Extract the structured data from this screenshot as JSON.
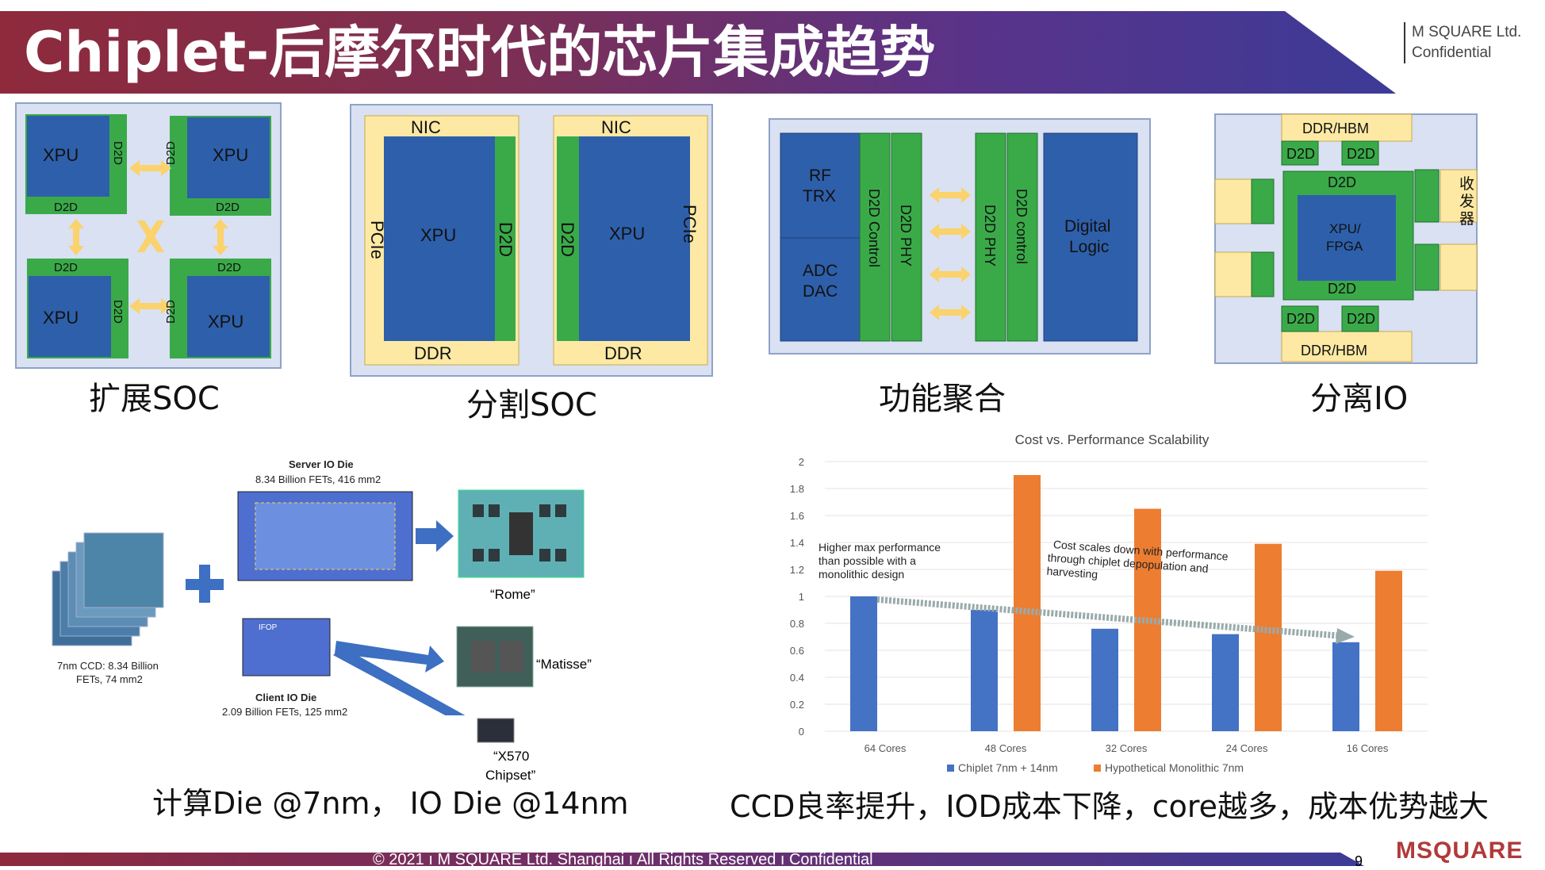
{
  "header": {
    "title": "Chiplet-后摩尔时代的芯片集成趋势",
    "confidential_line1": "M SQUARE Ltd.",
    "confidential_line2": "Confidential"
  },
  "diagrams": {
    "ext_soc": {
      "caption": "扩展SOC",
      "xpu": "XPU",
      "d2d": "D2D"
    },
    "split_soc": {
      "caption": "分割SOC",
      "nic": "NIC",
      "ddr": "DDR",
      "pcie": "PCIe",
      "xpu": "XPU",
      "d2d": "D2D"
    },
    "func_agg": {
      "caption": "功能聚合",
      "rf": "RF",
      "trx": "TRX",
      "adc": "ADC",
      "dac": "DAC",
      "d2d_control": "D2D Control",
      "d2d_phy": "D2D PHY",
      "d2d_phy2": "D2D PHY",
      "d2d_control2": "D2D control",
      "digital": "Digital",
      "logic": "Logic"
    },
    "sep_io": {
      "caption": "分离IO",
      "ddr_hbm": "DDR/HBM",
      "d2d": "D2D",
      "xpu_fpga_1": "XPU/",
      "xpu_fpga_2": "FPGA",
      "transceiver": "收发器"
    }
  },
  "amd": {
    "server_io_title": "Server IO Die",
    "server_io_sub": "8.34 Billion FETs, 416 mm2",
    "ccd_label_1": "7nm CCD: 8.34 Billion",
    "ccd_label_2": "FETs, 74 mm2",
    "client_io_title": "Client IO Die",
    "client_io_sub": "2.09 Billion FETs, 125 mm2",
    "rome": "“Rome”",
    "matisse": "“Matisse”",
    "x570_1": "“X570",
    "x570_2": "Chipset”",
    "caption": "计算Die @7nm，  IO Die @14nm",
    "ifop": "IFOP"
  },
  "chart_data": {
    "type": "bar",
    "title": "Cost vs. Performance Scalability",
    "categories": [
      "64 Cores",
      "48 Cores",
      "32 Cores",
      "24 Cores",
      "16 Cores"
    ],
    "series": [
      {
        "name": "Chiplet 7nm + 14nm",
        "values": [
          1.0,
          0.9,
          0.76,
          0.72,
          0.66
        ],
        "color": "#4472c4"
      },
      {
        "name": "Hypothetical Monolithic 7nm",
        "values": [
          null,
          1.9,
          1.65,
          1.39,
          1.19
        ],
        "color": "#ed7d31"
      }
    ],
    "yticks": [
      "0",
      "0.2",
      "0.4",
      "0.6",
      "0.8",
      "1",
      "1.2",
      "1.4",
      "1.6",
      "1.8",
      "2"
    ],
    "ylim": [
      0,
      2
    ],
    "annotation_1": [
      "Higher max performance",
      "than possible with a",
      "monolithic design"
    ],
    "annotation_2": [
      "Cost scales down with performance",
      "through chiplet depopulation and",
      "harvesting"
    ],
    "legend_position": "bottom",
    "caption": "CCD良率提升，IOD成本下降，core越多，成本优势越大"
  },
  "footer": {
    "text": "© 2021  ı  M SQUARE Ltd. Shanghai  ı  All Rights Reserved  ı  Confidential",
    "page": "9",
    "logo": "MSQUARE"
  },
  "colors": {
    "blue": "#2e5faa",
    "green": "#3aaa49",
    "yellow": "#fde9a4",
    "arrow": "#fbd26b",
    "panel": "#d9e1f2"
  }
}
